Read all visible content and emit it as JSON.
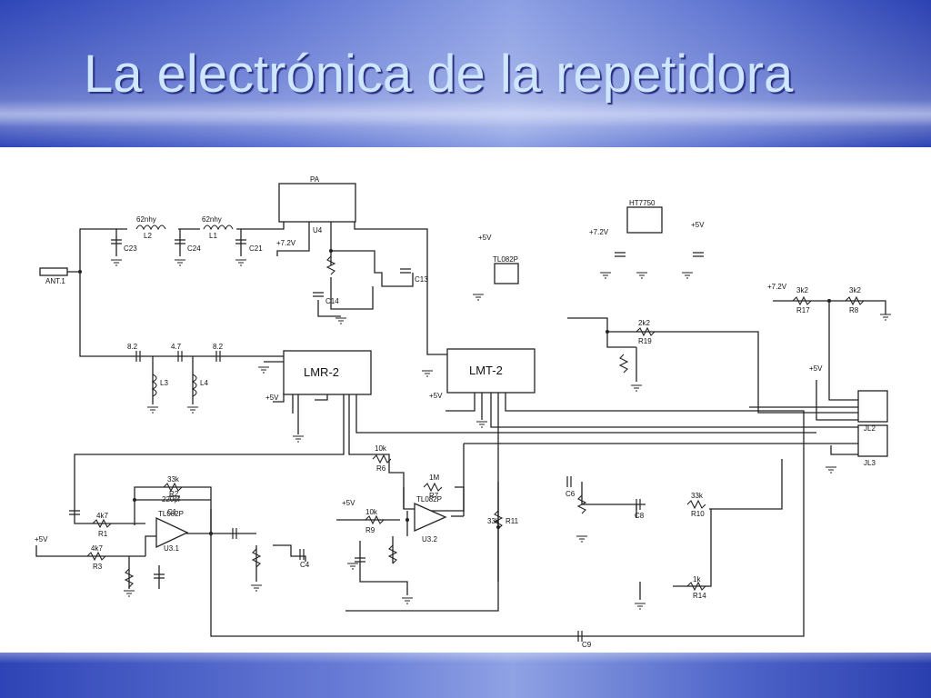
{
  "slide": {
    "title": "La electrónica de la repetidora"
  },
  "schematic": {
    "blocks": {
      "pa": "PA",
      "lmr": "LMR-2",
      "lmt": "LMT-2",
      "reg": "HT7750",
      "u3": "TL082P",
      "u3a": "TL082P",
      "u3b": "TL082P"
    },
    "net_labels": {
      "p72_pa": "+7.2V",
      "p72_reg": "+7.2V",
      "p72_r17": "+7.2V",
      "p5_u3": "+5V",
      "p5_reg": "+5V",
      "p5_lmr": "+5V",
      "p5_lmt": "+5V",
      "p5_conn": "+5V",
      "p5_u32": "+5V",
      "p5_left": "+5V",
      "ant": "ANT.1"
    },
    "components": {
      "l2": "L2",
      "l2v": "62nhy",
      "l1": "L1",
      "l1v": "62nhy",
      "l3": "L3",
      "l4": "L4",
      "c27": "8.2",
      "c28": "4.7",
      "c29": "8.2",
      "r17": "R17",
      "r17v": "3k2",
      "r8": "R8",
      "r8v": "3k2",
      "r19v": "2k2",
      "r19": "R19",
      "r6v": "10k",
      "r6": "R6",
      "r7v": "1M",
      "r7": "R7",
      "r9v": "10k",
      "r9": "R9",
      "r10v": "33k",
      "r10": "R10",
      "r2v": "33k",
      "r2": "R2",
      "c1v": "220pf",
      "c1": "C1",
      "r1v": "4k7",
      "r1": "R1",
      "r3v": "4k7",
      "r3": "R3",
      "r14v": "1k",
      "r14": "R14",
      "r11v": "33k",
      "r11": "R11",
      "u31": "U3.1",
      "u32": "U3.2",
      "c4": "C4",
      "c6": "C6",
      "c8": "C8",
      "c9": "C9",
      "c13": "C13",
      "c14": "C14",
      "u4": "U4",
      "c24": "C24",
      "c23": "C23",
      "c21": "C21"
    },
    "connectors": {
      "j2": "JL2",
      "j3": "JL3"
    }
  }
}
